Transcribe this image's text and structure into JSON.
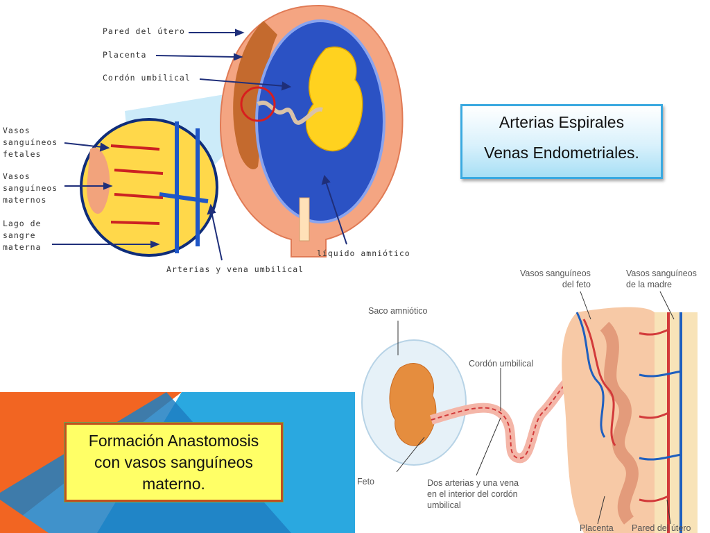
{
  "top_diagram": {
    "labels": {
      "uterine_wall": "Pared del útero",
      "placenta": "Placenta",
      "umbilical_cord": "Cordón umbilical",
      "fetal_vessels": "Vasos\nsanguíneos\nfetales",
      "maternal_vessels": "Vasos\nsanguíneos\nmaternos",
      "blood_lake": "Lago de\nsangre\nmaterna",
      "umbilical_vessels": "Arterias y vena umbilical",
      "amniotic_fluid": "líquido amniótico"
    }
  },
  "info_box": {
    "line1": "Arterias Espirales",
    "line2": "Venas Endometriales."
  },
  "caption_box": {
    "line1": "Formación Anastomosis",
    "line2": "con vasos sanguíneos",
    "line3": "materno."
  },
  "bottom_diagram": {
    "labels": {
      "amniotic_sac": "Saco amniótico",
      "fetal_vessels": "Vasos sanguíneos\ndel feto",
      "maternal_vessels": "Vasos sanguíneos\nde la madre",
      "umbilical_cord": "Cordón umbilical",
      "fetus": "Feto",
      "cord_vessels": "Dos arterias y una vena\nen el interior del cordón\numbilical",
      "placenta": "Placenta",
      "uterine_wall": "Pared del útero"
    }
  },
  "colors": {
    "slide_orange": "#f26522",
    "slide_blue": "#29a8e0",
    "slide_dark_blue": "#1b75bc",
    "uterus_pink": "#f4a582",
    "amniotic_blue": "#2a52be",
    "fetus_yellow": "#ffd21f"
  }
}
